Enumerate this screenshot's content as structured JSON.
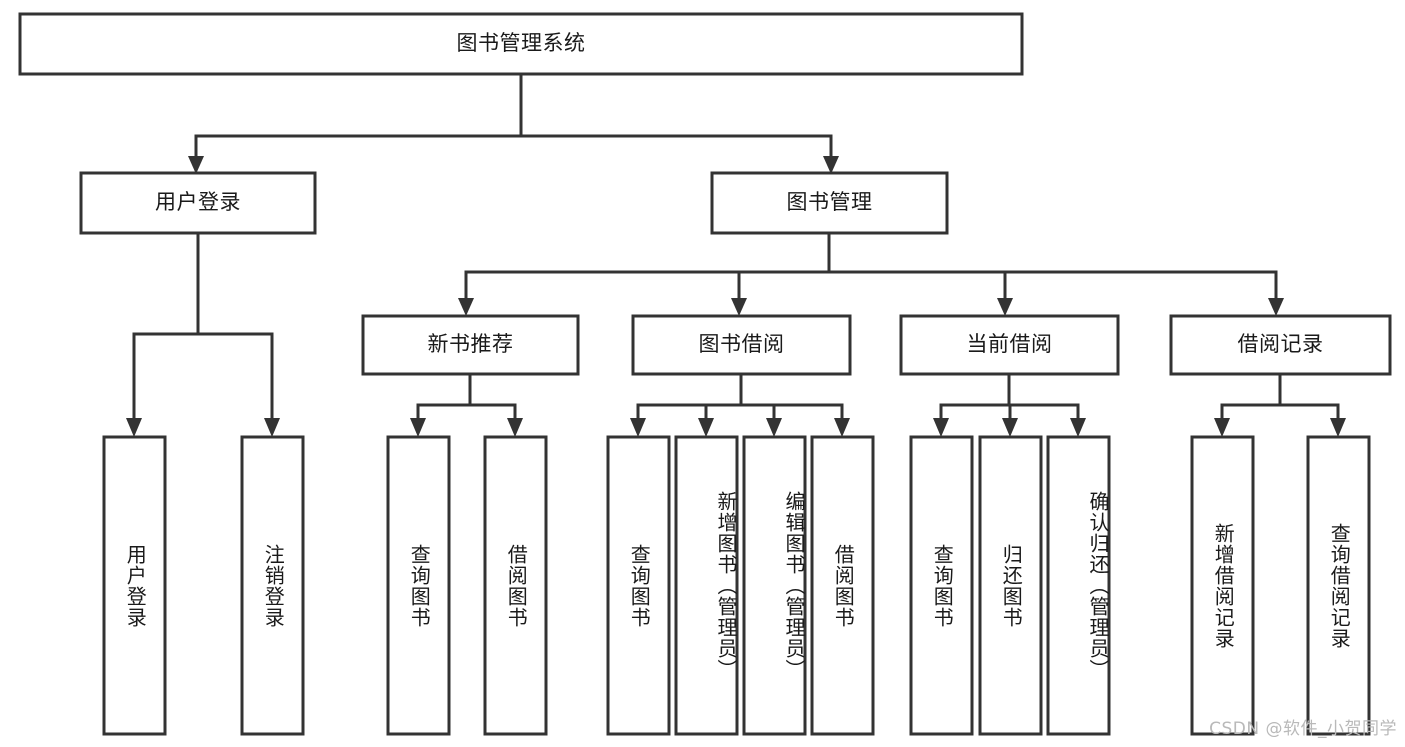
{
  "diagram": {
    "title": "图书管理系统",
    "type": "tree-hierarchy-chart",
    "watermark": "CSDN @软件_小贺同学",
    "colors": {
      "stroke": "#333333",
      "fill": "#ffffff",
      "text": "#1a1a1a",
      "watermark": "#b9b9b9"
    },
    "nodes": {
      "root": {
        "label": "图书管理系统",
        "level": 1,
        "orientation": "horizontal"
      },
      "user_login": {
        "label": "用户登录",
        "level": 2,
        "orientation": "horizontal"
      },
      "book_manage": {
        "label": "图书管理",
        "level": 2,
        "orientation": "horizontal"
      },
      "new_book_rec": {
        "label": "新书推荐",
        "level": 3,
        "orientation": "horizontal"
      },
      "book_borrow": {
        "label": "图书借阅",
        "level": 3,
        "orientation": "horizontal"
      },
      "current_borrow": {
        "label": "当前借阅",
        "level": 3,
        "orientation": "horizontal"
      },
      "borrow_record": {
        "label": "借阅记录",
        "level": 3,
        "orientation": "horizontal"
      },
      "leaf_user_login": {
        "label": "用户登录",
        "level": 4,
        "orientation": "vertical"
      },
      "leaf_logout": {
        "label": "注销登录",
        "level": 4,
        "orientation": "vertical"
      },
      "leaf_query_book_1": {
        "label": "查询图书",
        "level": 4,
        "orientation": "vertical"
      },
      "leaf_borrow_book_1": {
        "label": "借阅图书",
        "level": 4,
        "orientation": "vertical"
      },
      "leaf_query_book_2": {
        "label": "查询图书",
        "level": 4,
        "orientation": "vertical"
      },
      "leaf_add_book": {
        "label": "新增图书（管理员）",
        "level": 4,
        "orientation": "vertical"
      },
      "leaf_edit_book": {
        "label": "编辑图书（管理员）",
        "level": 4,
        "orientation": "vertical"
      },
      "leaf_borrow_book_2": {
        "label": "借阅图书",
        "level": 4,
        "orientation": "vertical"
      },
      "leaf_query_book_3": {
        "label": "查询图书",
        "level": 4,
        "orientation": "vertical"
      },
      "leaf_return_book": {
        "label": "归还图书",
        "level": 4,
        "orientation": "vertical"
      },
      "leaf_confirm_return": {
        "label": "确认归还（管理员）",
        "level": 4,
        "orientation": "vertical"
      },
      "leaf_add_record": {
        "label": "新增借阅记录",
        "level": 4,
        "orientation": "vertical"
      },
      "leaf_query_record": {
        "label": "查询借阅记录",
        "level": 4,
        "orientation": "vertical"
      }
    },
    "edges": [
      {
        "from": "root",
        "to": "user_login"
      },
      {
        "from": "root",
        "to": "book_manage"
      },
      {
        "from": "user_login",
        "to": "leaf_user_login"
      },
      {
        "from": "user_login",
        "to": "leaf_logout"
      },
      {
        "from": "book_manage",
        "to": "new_book_rec"
      },
      {
        "from": "book_manage",
        "to": "book_borrow"
      },
      {
        "from": "book_manage",
        "to": "current_borrow"
      },
      {
        "from": "book_manage",
        "to": "borrow_record"
      },
      {
        "from": "new_book_rec",
        "to": "leaf_query_book_1"
      },
      {
        "from": "new_book_rec",
        "to": "leaf_borrow_book_1"
      },
      {
        "from": "book_borrow",
        "to": "leaf_query_book_2"
      },
      {
        "from": "book_borrow",
        "to": "leaf_add_book"
      },
      {
        "from": "book_borrow",
        "to": "leaf_edit_book"
      },
      {
        "from": "book_borrow",
        "to": "leaf_borrow_book_2"
      },
      {
        "from": "current_borrow",
        "to": "leaf_query_book_3"
      },
      {
        "from": "current_borrow",
        "to": "leaf_return_book"
      },
      {
        "from": "current_borrow",
        "to": "leaf_confirm_return"
      },
      {
        "from": "borrow_record",
        "to": "leaf_add_record"
      },
      {
        "from": "borrow_record",
        "to": "leaf_query_record"
      }
    ]
  }
}
